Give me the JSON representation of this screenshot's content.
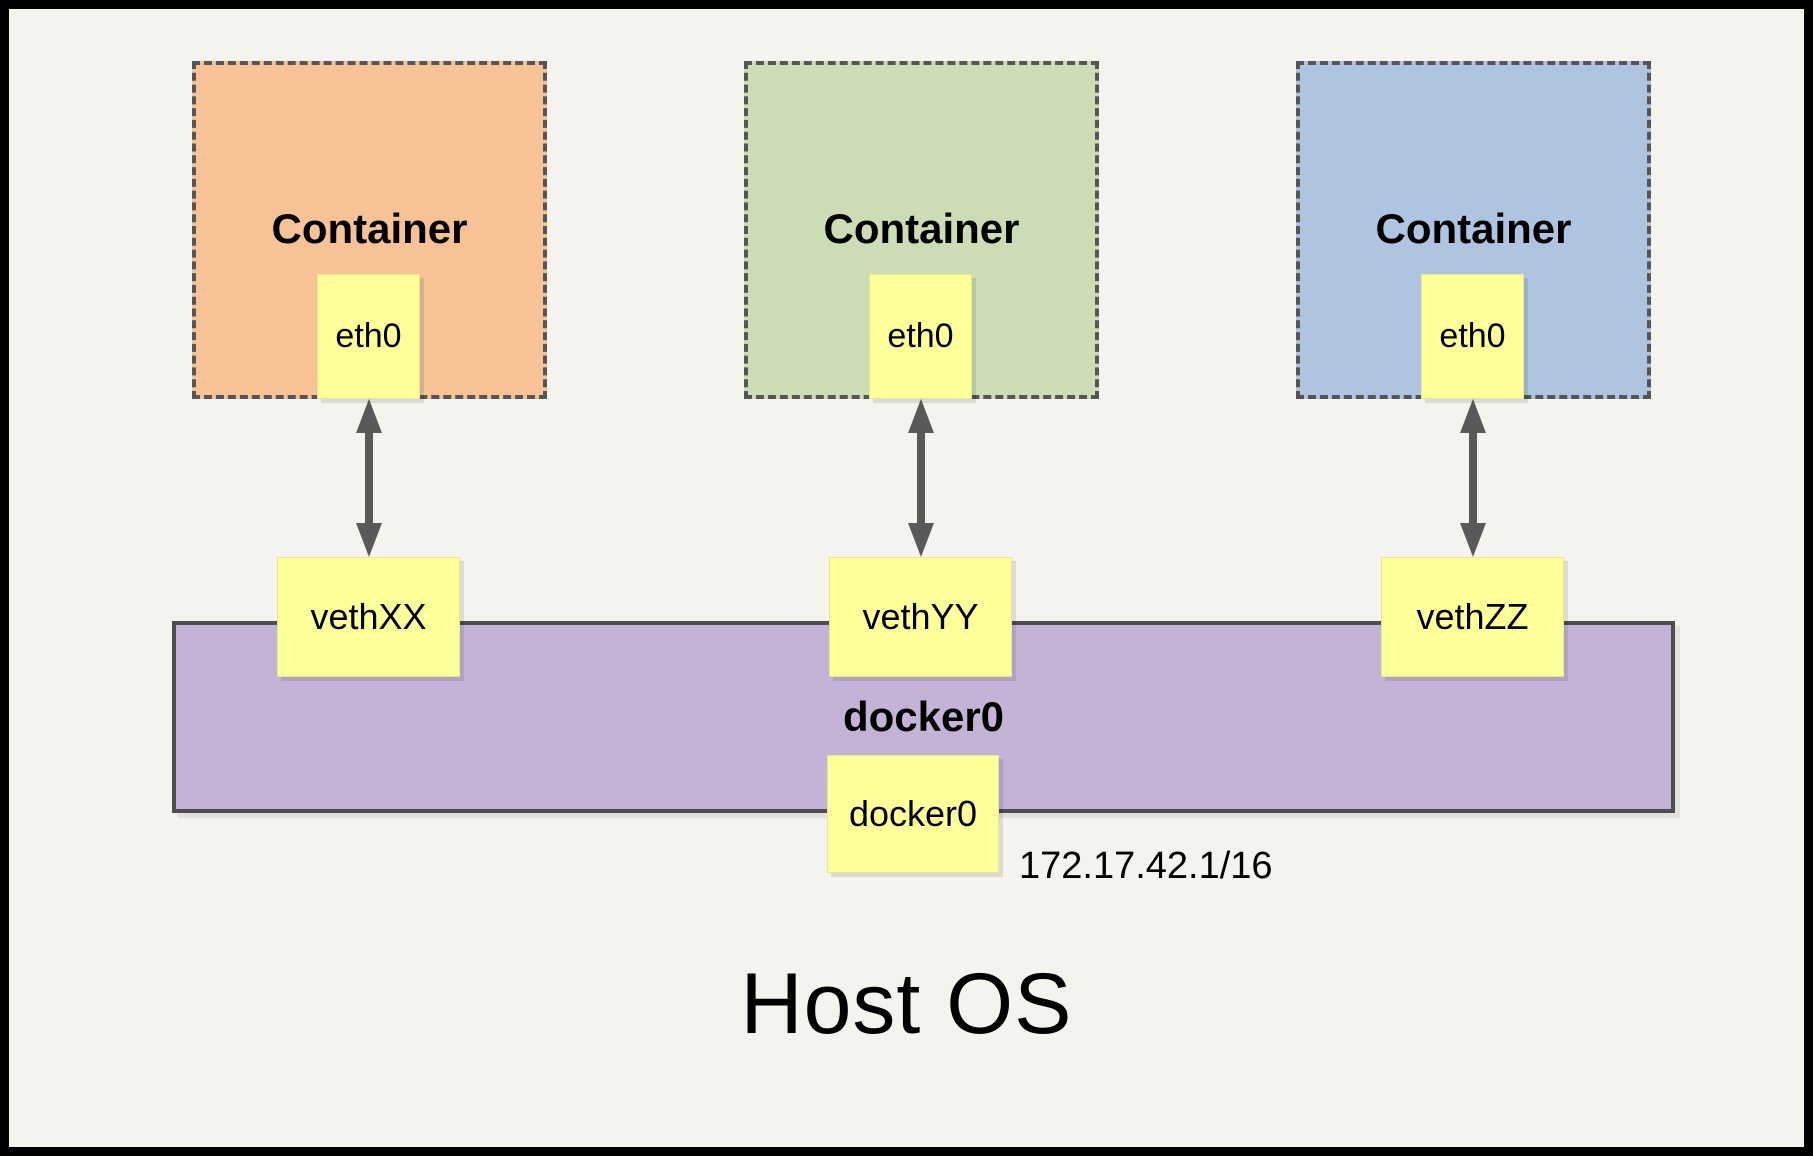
{
  "diagram": {
    "title_bottom": "Host OS",
    "bridge": {
      "bar_label": "docker0",
      "note_label": "docker0",
      "ip_label": "172.17.42.1/16",
      "bar_color": "#c5b3d7",
      "bar_border_color": "#4d4d4d"
    },
    "note_color": "#ffff99",
    "canvas_background": "#f4f3ee",
    "frame_color": "#000000",
    "arrow_color": "#595959",
    "containers": [
      {
        "title": "Container",
        "interface": "eth0",
        "veth": "vethXX",
        "color": "#f7c396",
        "border_color": "#555555"
      },
      {
        "title": "Container",
        "interface": "eth0",
        "veth": "vethYY",
        "color": "#ccddb6",
        "border_color": "#555555"
      },
      {
        "title": "Container",
        "interface": "eth0",
        "veth": "vethZZ",
        "color": "#aec4e0",
        "border_color": "#555555"
      }
    ]
  }
}
